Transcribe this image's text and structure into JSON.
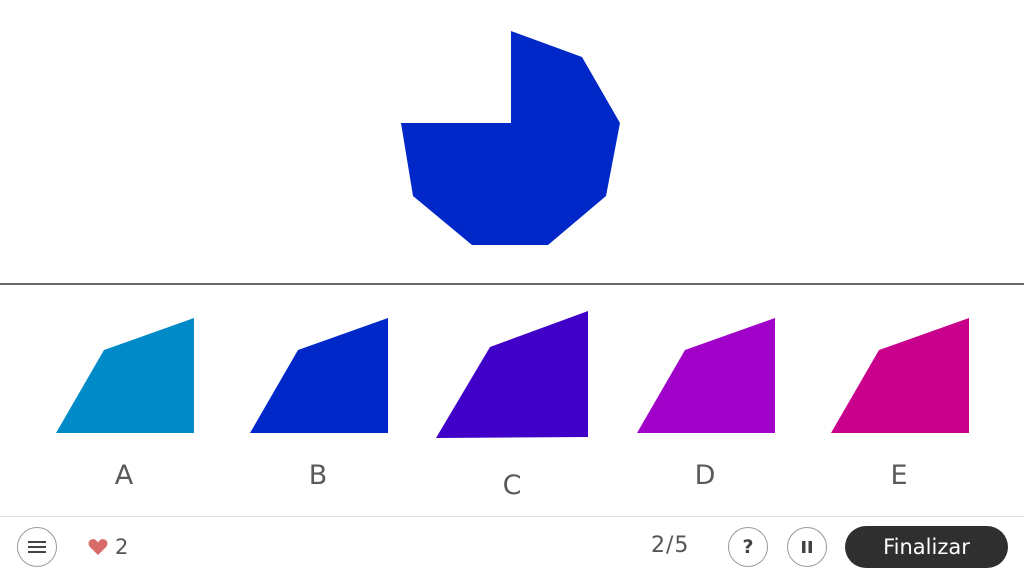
{
  "puzzle": {
    "shape_icon": "octagon-missing-corner",
    "color": "#0028c8"
  },
  "options": [
    {
      "label": "A",
      "color": "#008ac8"
    },
    {
      "label": "B",
      "color": "#0028c8"
    },
    {
      "label": "C",
      "color": "#4000c8"
    },
    {
      "label": "D",
      "color": "#a000c8"
    },
    {
      "label": "E",
      "color": "#c8008c"
    }
  ],
  "footer": {
    "menu_icon": "hamburger-menu-icon",
    "lives_icon": "heart-icon",
    "lives": "2",
    "progress": "2/5",
    "help_label": "?",
    "pause_icon": "pause-icon",
    "finish_label": "Finalizar"
  },
  "colors": {
    "heart": "#d86a6a",
    "finish_bg": "#2f2f2f",
    "divider": "#6a6a6a"
  }
}
